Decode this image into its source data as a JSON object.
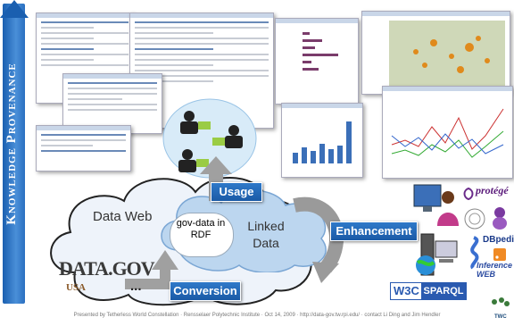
{
  "banner": {
    "title": "Knowledge Provenance"
  },
  "cloud": {
    "data_web_label": "Data Web",
    "linked_data_label": "Linked Data",
    "gov_data_label": "gov-data in RDF",
    "datagov_logo": "DATA.GOV",
    "usa_logo": "USA",
    "ellipsis": "..."
  },
  "process": {
    "usage_label": "Usage",
    "conversion_label": "Conversion",
    "enhancement_label": "Enhancement"
  },
  "logos": {
    "protege": "protégé",
    "dbpedia": "DBpedia",
    "inference_web": "Inference WEB",
    "w3c": "W3C",
    "sparql": "SPARQL",
    "twc": "TWC"
  },
  "footer": {
    "text": "Presented by Tetherless World Constellation · Rensselaer Polytechnic Institute · Oct 14, 2009 · http://data-gov.tw.rpi.edu/ · contact Li Ding and Jim Hendler"
  },
  "colors": {
    "banner": "#2a6fc0",
    "tag": "#1f63b0",
    "cloud": "#dfe9f6"
  }
}
